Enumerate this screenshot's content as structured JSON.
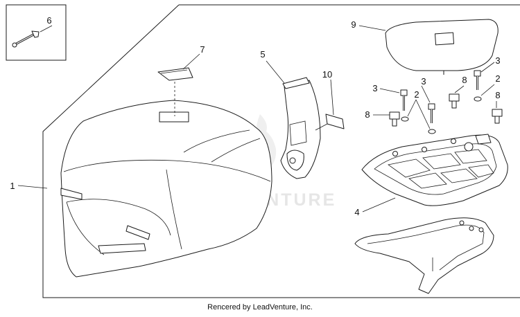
{
  "diagram": {
    "callouts": [
      "1",
      "2",
      "2",
      "3",
      "3",
      "3",
      "4",
      "5",
      "6",
      "7",
      "8",
      "8",
      "8",
      "9",
      "10"
    ],
    "watermark": "LEADVENTURE",
    "footer": "Rencered by LeadVenture, Inc.",
    "colors": {
      "line": "#1a1a1a",
      "watermark": "#e6e6e6",
      "background": "#ffffff"
    }
  }
}
